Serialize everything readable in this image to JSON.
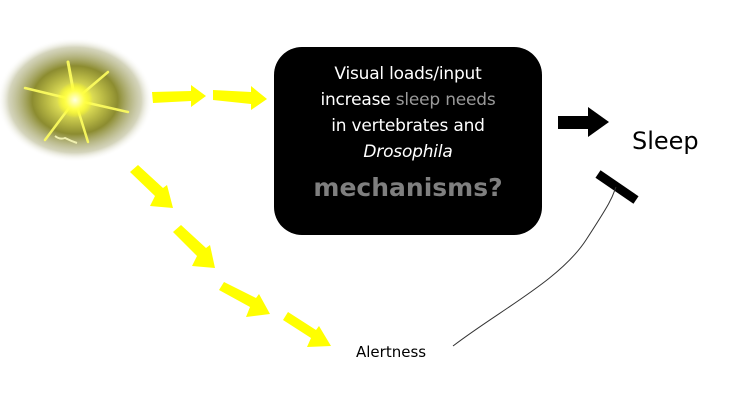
{
  "colors": {
    "arrow_yellow": "#ffff00",
    "box_background": "#000000",
    "box_text": "#ffffff",
    "box_muted_text": "#9a9a9a",
    "mechanisms_text": "#7f7f7f",
    "label_text": "#000000"
  },
  "light_source": {
    "icon": "bright-light-burst-icon"
  },
  "central_box": {
    "line1": "Visual loads/input",
    "line2_prefix": "increase ",
    "line2_highlight": "sleep needs",
    "line3": "in vertebrates and",
    "line4_italic": "Drosophila",
    "question": "mechanisms?"
  },
  "outputs": {
    "sleep_label": "Sleep",
    "alertness_label": "Alertness"
  },
  "relations": [
    {
      "from": "light",
      "to": "central_box",
      "type": "dashed-yellow-arrow"
    },
    {
      "from": "light",
      "to": "alertness",
      "type": "dashed-yellow-arrow"
    },
    {
      "from": "central_box",
      "to": "sleep",
      "type": "black-arrow-promote"
    },
    {
      "from": "alertness",
      "to": "sleep",
      "type": "inhibit-bar"
    }
  ]
}
